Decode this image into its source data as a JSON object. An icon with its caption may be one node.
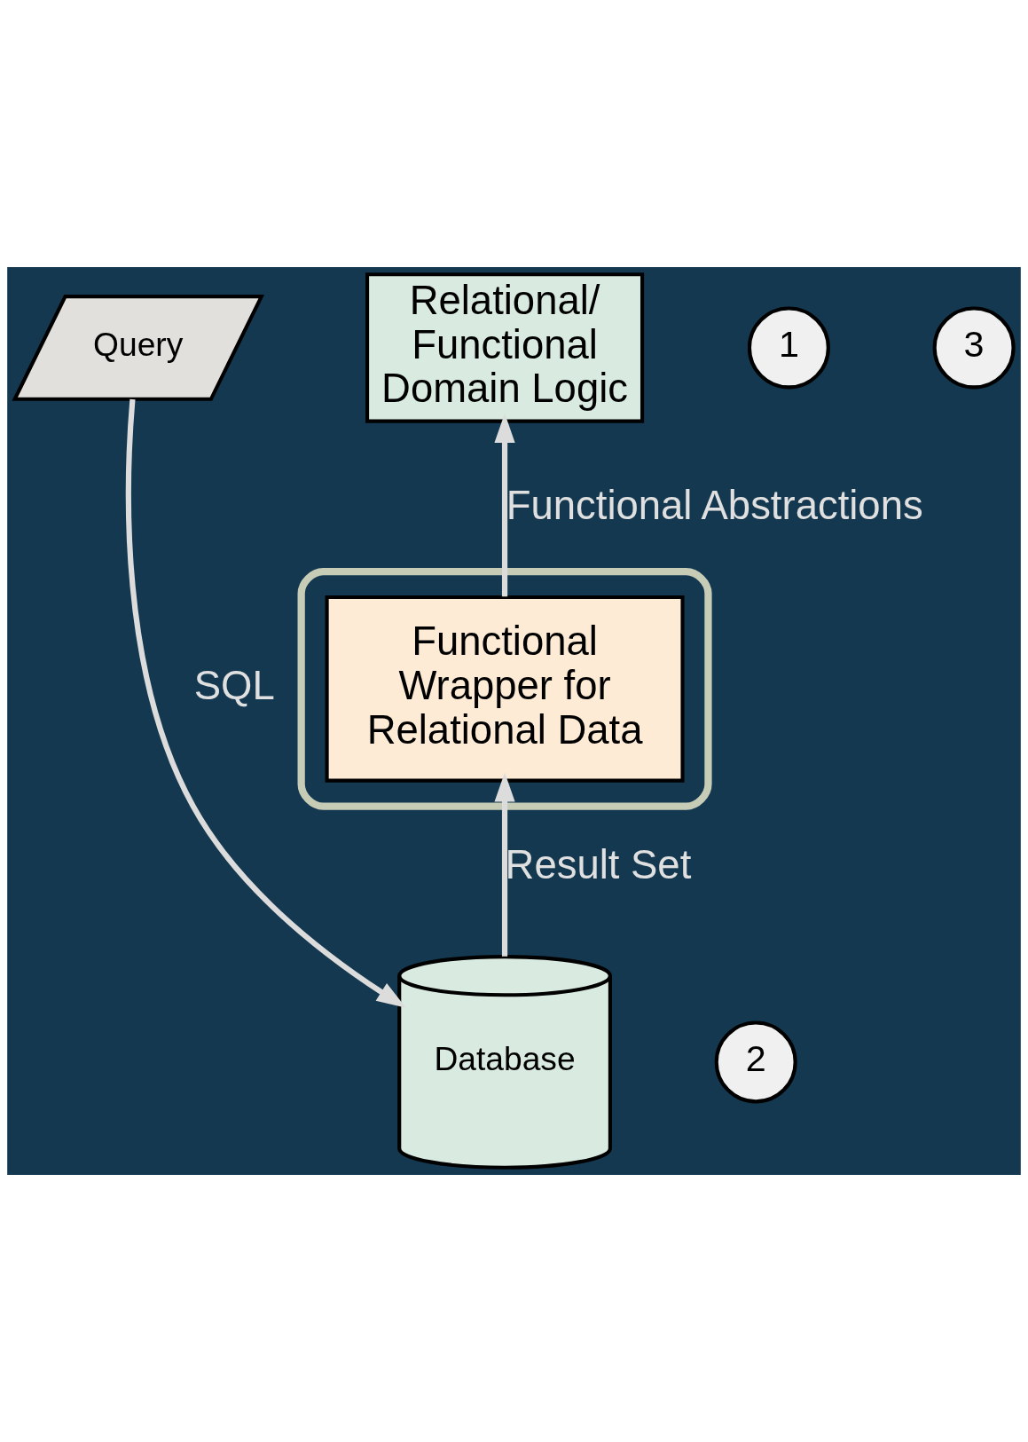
{
  "diagram": {
    "nodes": [
      {
        "text": [
          "Relational/ Functional Domain Logic"
        ]
      },
      {
        "text": [
          "Query"
        ]
      },
      {
        "text": [
          "1"
        ]
      },
      {
        "text": [
          "3"
        ]
      },
      {
        "text": [],
        "shape": "box"
      },
      {
        "text": [
          "Functional Wrapper for Relational Data"
        ],
        "in": 4
      },
      {
        "text": [
          "2"
        ]
      },
      {
        "text": [
          "Database"
        ]
      }
    ],
    "edges": [
      {
        "from": 1,
        "to": 7,
        "arrow": "to",
        "label": "SQL"
      },
      {
        "from": 7,
        "to": 5,
        "arrow": "to",
        "label": "Result Set"
      },
      {
        "from": 5,
        "to": 0,
        "arrow": "to",
        "label": "Functional Abstractions"
      }
    ]
  }
}
